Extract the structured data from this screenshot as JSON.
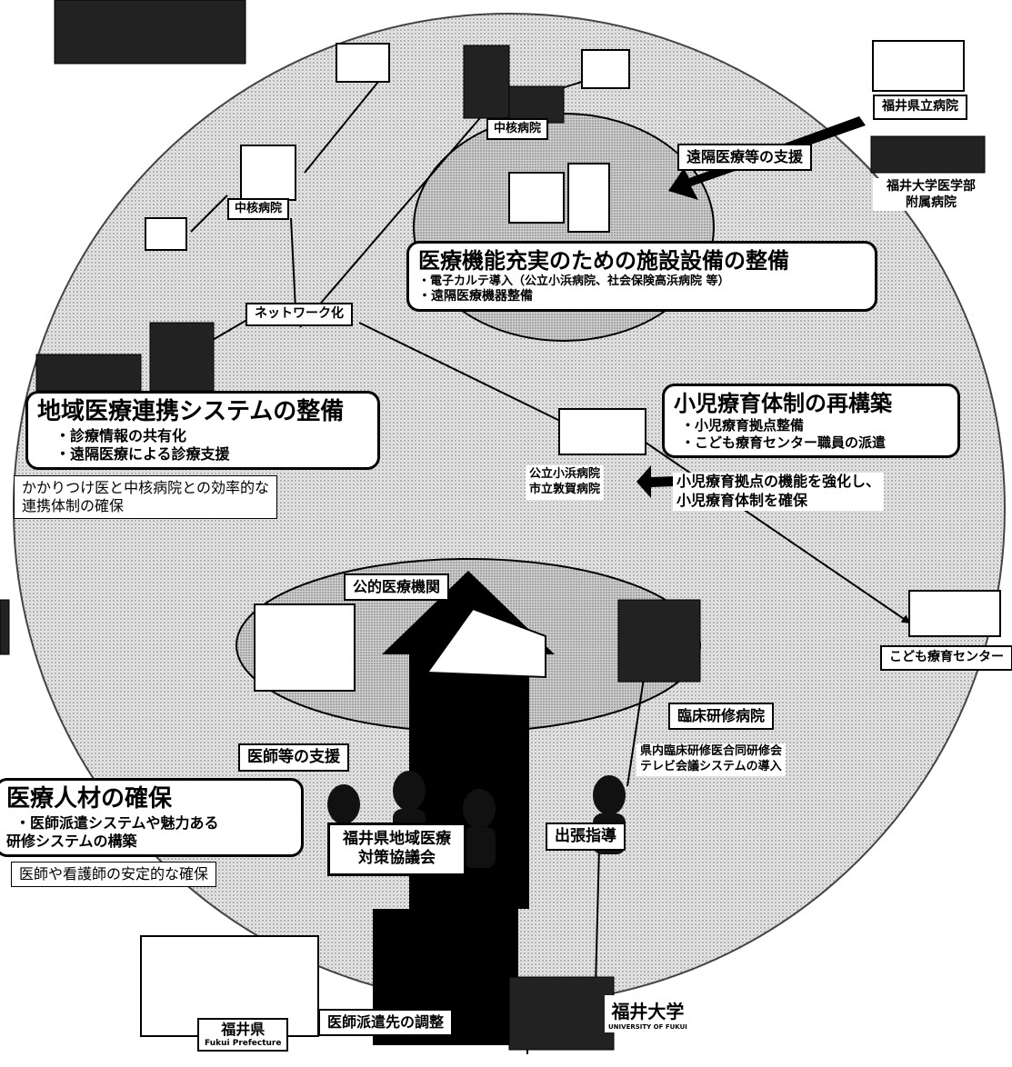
{
  "top_left_block": "",
  "labels": {
    "core_hospital_top": "中核病院",
    "core_hospital_left": "中核病院",
    "network": "ネットワーク化",
    "remote_support": "遠隔医療等の支援",
    "fukui_pref_hospital": "福井県立病院",
    "fukui_univ_hospital_line1": "福井大学医学部",
    "fukui_univ_hospital_line2": "附属病院",
    "obama_hospital": "公立小浜病院",
    "tsuruga_hospital": "市立敦賀病院",
    "public_medical": "公的医療機関",
    "kodomo_center": "こども療育センター",
    "clinical_training": "臨床研修病院",
    "training_note_line1": "県内臨床研修医合同研修会",
    "training_note_line2": "テレビ会議システムの導入",
    "doctor_support": "医師等の支援",
    "council_line1": "福井県地域医療",
    "council_line2": "対策協議会",
    "field_guidance": "出張指導",
    "dispatch_coordination": "医師派遣先の調整",
    "pref_logo_text": "福井県",
    "pref_logo_en": "Fukui Prefecture",
    "univ_logo_text": "福井大学",
    "univ_logo_en": "UNIVERSITY OF FUKUI"
  },
  "facility_box": {
    "title": "医療機能充実のための施設設備の整備",
    "line1": "・電子カルテ導入（公立小浜病院、社会保険高浜病院 等）",
    "line2": "・遠隔医療機器整備"
  },
  "regional_box": {
    "title": "地域医療連携システムの整備",
    "line1": "・診療情報の共有化",
    "line2": "・遠隔医療による診療支援",
    "note_line1": "かかりつけ医と中核病院との効率的な",
    "note_line2": "連携体制の確保"
  },
  "pediatric_box": {
    "title": "小児療育体制の再構築",
    "line1": "・小児療育拠点整備",
    "line2": "・こども療育センター職員の派遣",
    "note_line1": "小児療育拠点の機能を強化し、",
    "note_line2": "小児療育体制を確保"
  },
  "personnel_box": {
    "title": "医療人材の確保",
    "line1": "・医師派遣システムや魅力ある",
    "line2": "研修システムの構築",
    "note": "医師や看護師の安定的な確保"
  }
}
